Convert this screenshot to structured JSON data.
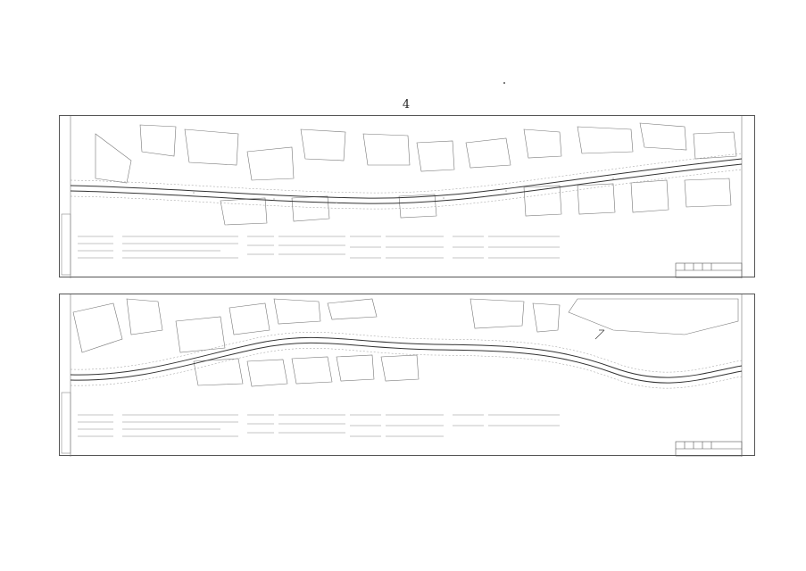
{
  "page": {
    "number": "4"
  },
  "sheets": [
    {
      "id": "sheet-1"
    },
    {
      "id": "sheet-2"
    }
  ]
}
